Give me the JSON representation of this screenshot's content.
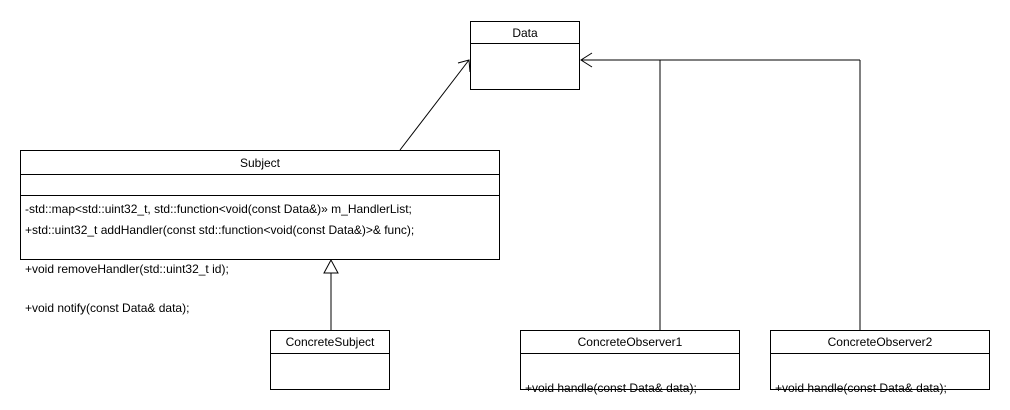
{
  "classes": {
    "data": {
      "name": "Data",
      "attributes": [],
      "operations": []
    },
    "subject": {
      "name": "Subject",
      "attributes": [
        "-std::map<std::uint32_t, std::function<void(const Data&)» m_HandlerList;"
      ],
      "operations": [
        "+std::uint32_t addHandler(const std::function<void(const Data&)>& func);",
        "+void removeHandler(std::uint32_t id);",
        "+void notify(const Data& data);"
      ]
    },
    "concrete_subject": {
      "name": "ConcreteSubject",
      "attributes": [],
      "operations": []
    },
    "concrete_observer_1": {
      "name": "ConcreteObserver1",
      "attributes": [],
      "operations": [
        "+void handle(const Data& data);"
      ]
    },
    "concrete_observer_2": {
      "name": "ConcreteObserver2",
      "attributes": [],
      "operations": [
        "+void handle(const Data& data);"
      ]
    }
  },
  "relationships": [
    {
      "from": "subject",
      "to": "data",
      "kind": "association"
    },
    {
      "from": "concrete_subject",
      "to": "subject",
      "kind": "generalization"
    },
    {
      "from": "concrete_observer_1",
      "to": "data",
      "kind": "association"
    },
    {
      "from": "concrete_observer_2",
      "to": "data",
      "kind": "association"
    }
  ]
}
